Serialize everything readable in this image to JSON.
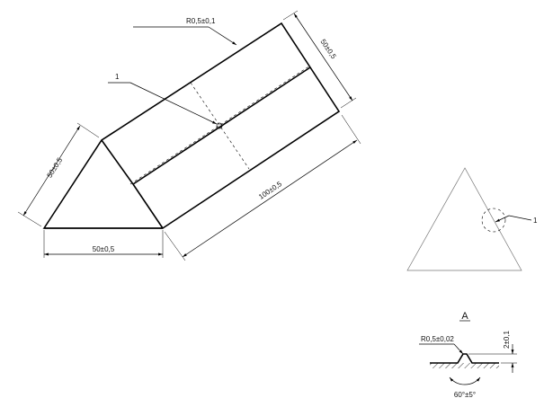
{
  "dimensions": {
    "radius_top": "R0,5±0,1",
    "prism_width": "50±0,5",
    "prism_length": "100±0,5",
    "triangle_side": "50±0,5",
    "triangle_base": "50±0,5",
    "detail_radius": "R0,5±0,02",
    "detail_height": "2±0,1",
    "detail_angle": "60°±5°"
  },
  "callouts": {
    "iso_ref": "1",
    "front_ref": "1"
  },
  "detail": {
    "label": "A"
  }
}
